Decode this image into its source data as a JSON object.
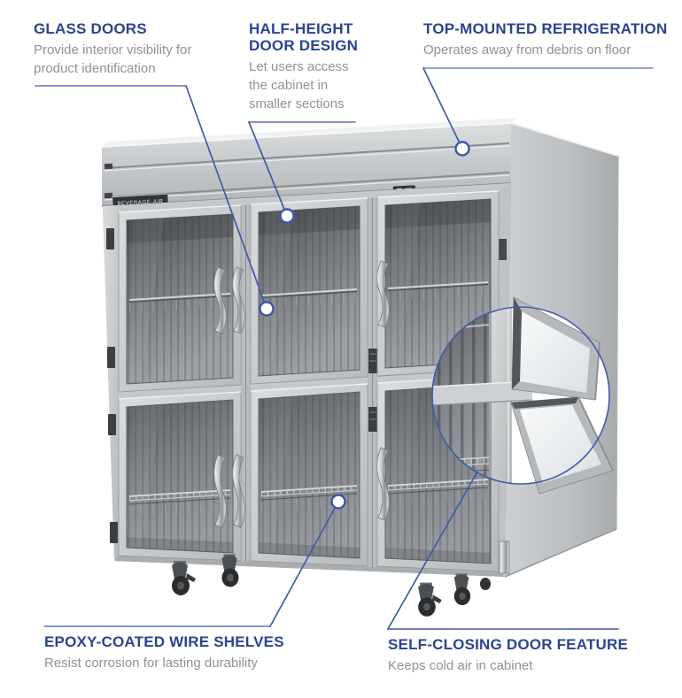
{
  "figure": {
    "kind": "product feature diagram",
    "subject": "three-section half-glass-door reach-in refrigerator"
  },
  "brand_label": "BEVERAGE-AIR",
  "callouts": [
    {
      "id": "glass-doors",
      "title": "GLASS DOORS",
      "description": "Provide interior visibility for product identification"
    },
    {
      "id": "half-height-door-design",
      "title": "HALF-HEIGHT DOOR DESIGN",
      "description": "Let users access the cabinet in smaller sections"
    },
    {
      "id": "top-mounted-refrigeration",
      "title": "TOP-MOUNTED REFRIGERATION",
      "description": "Operates away from debris on floor"
    },
    {
      "id": "epoxy-coated-wire-shelves",
      "title": "EPOXY-COATED WIRE SHELVES",
      "description": "Resist corrosion for lasting durability"
    },
    {
      "id": "self-closing-door-feature",
      "title": "SELF-CLOSING DOOR FEATURE",
      "description": "Keeps cold air in cabinet"
    }
  ],
  "colors": {
    "background": "#ffffff",
    "title_blue": "#2b4490",
    "body_text_gray": "#8f9296",
    "callout_line_blue": "#3f5ca8",
    "callout_underline_blue": "#7487bd",
    "stainless_light": "#d7d9da",
    "stainless_mid": "#b9bcbe",
    "glass_dark": "#5c6064"
  }
}
